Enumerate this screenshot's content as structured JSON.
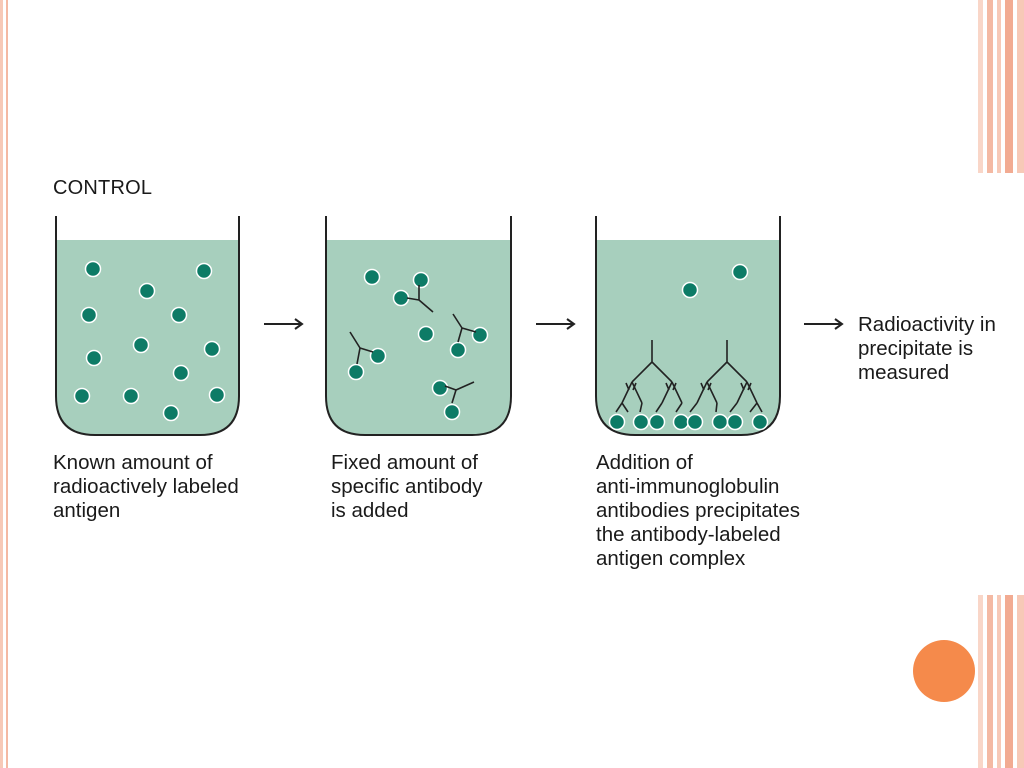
{
  "title": "CONTROL",
  "steps": [
    {
      "caption": "Known amount of\nradioactively labeled\nantigen"
    },
    {
      "caption": "Fixed amount of\nspecific antibody\nis added"
    },
    {
      "caption": "Addition of\nanti-immunoglobulin\nantibodies precipitates\nthe antibody-labeled\nantigen complex"
    }
  ],
  "result": {
    "caption": "Radioactivity in\nprecipitate is\nmeasured"
  },
  "colors": {
    "fluid": "#a7cfbd",
    "antigen": "#0d7b66",
    "outline": "#222222",
    "accent": "#f58a4b",
    "border": "#f4b9a3"
  },
  "icons": [
    "right-arrow-icon",
    "antibody-icon",
    "antigen-dot-icon"
  ]
}
